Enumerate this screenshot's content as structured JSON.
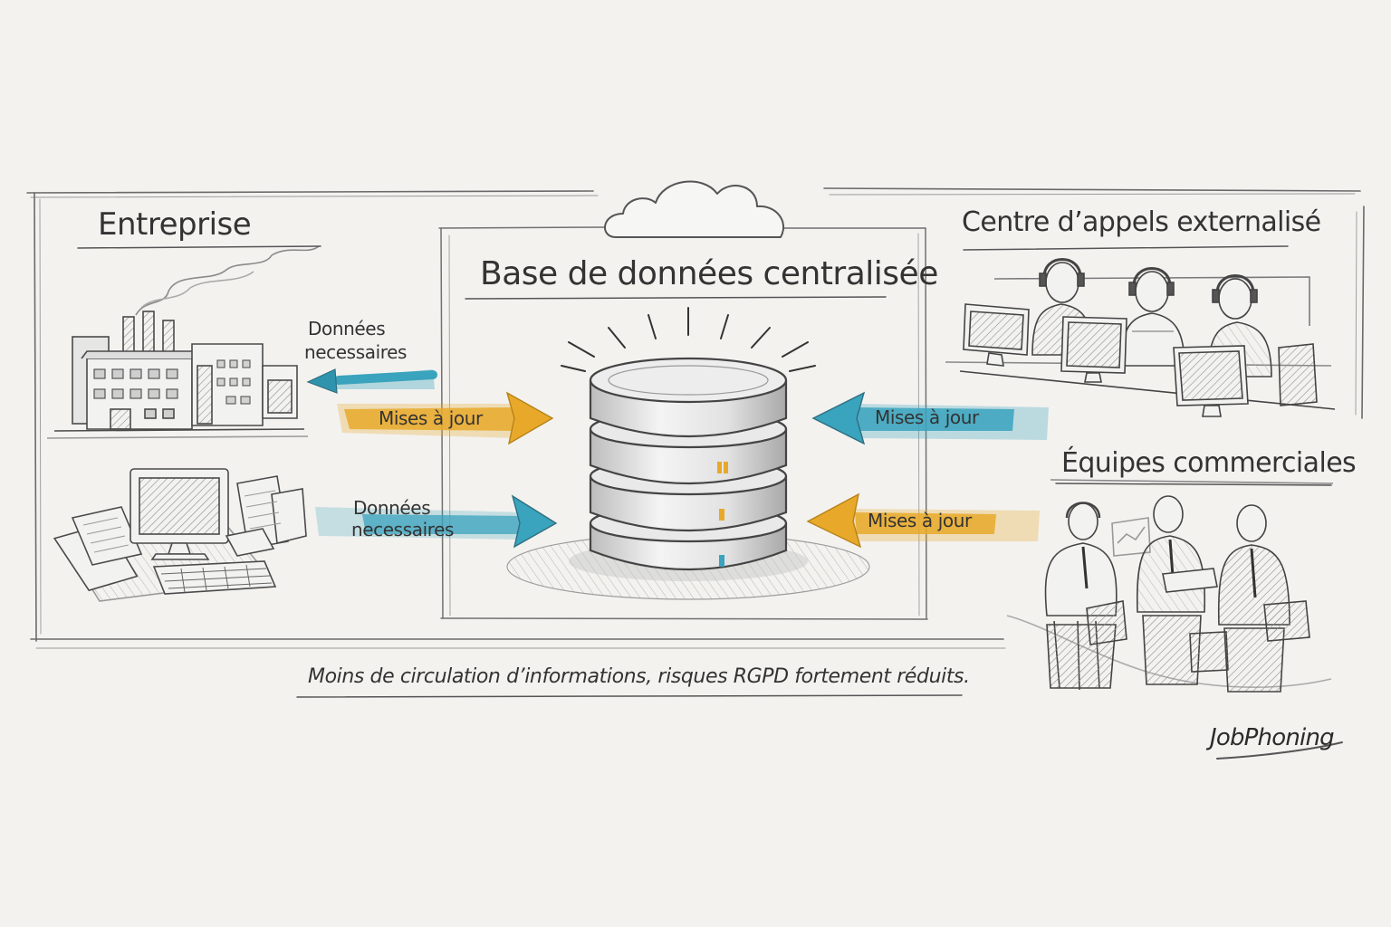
{
  "sections": {
    "enterprise": {
      "title": "Entreprise"
    },
    "database": {
      "title": "Base de données centralisée"
    },
    "call_center": {
      "title": "Centre d’appels externalisé"
    },
    "sales_teams": {
      "title": "Équipes commerciales"
    }
  },
  "arrows": {
    "to_enterprise": {
      "line1": "Données",
      "line2": "necessaires",
      "color": "#3aa3bd"
    },
    "enterprise_update": {
      "label": "Mises à jour",
      "color": "#e8a92a"
    },
    "to_workstation": {
      "line1": "Données",
      "line2": "necessaires",
      "color": "#3aa3bd"
    },
    "callcenter_update": {
      "label": "Mises à jour",
      "color": "#3aa3bd"
    },
    "sales_update": {
      "label": "Mises à jour",
      "color": "#e8a92a"
    }
  },
  "footer": {
    "caption": "Moins de circulation d’informations, risques RGPD fortement réduits.",
    "brand": "JobPhoning"
  },
  "icons": {
    "cloud": "cloud-icon",
    "database": "database-icon",
    "factory": "factory-icon",
    "computer": "computer-icon",
    "agents": "call-agents-icon",
    "sales": "sales-people-icon"
  }
}
